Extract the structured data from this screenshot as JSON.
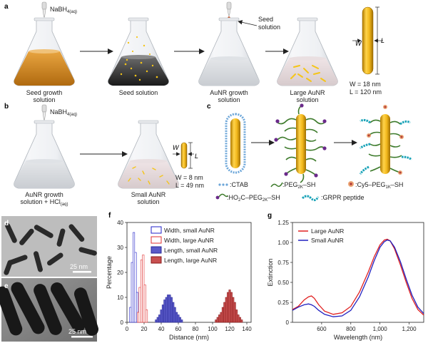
{
  "panels": {
    "a": {
      "label": "a",
      "reagent": "NaBH",
      "reagent_sub": "4(aq)",
      "flask1_caption": [
        "Seed growth",
        "solution"
      ],
      "flask2_caption": [
        "Seed solution"
      ],
      "seed_label": [
        "Seed",
        "solution"
      ],
      "flask3_caption": [
        "AuNR growth",
        "solution"
      ],
      "flask4_caption": [
        "Large AuNR",
        "solution"
      ],
      "dim_w": "W",
      "dim_l": "L",
      "size_w": "W = 18 nm",
      "size_l": "L = 120 nm"
    },
    "b": {
      "label": "b",
      "reagent": "NaBH",
      "reagent_sub": "4(aq)",
      "flask1_caption": [
        "AuNR growth",
        "solution + HCl"
      ],
      "hcl_sub": "(aq)",
      "flask2_caption": [
        "Small AuNR",
        "solution"
      ],
      "dim_w": "W",
      "dim_l": "L",
      "size_w": "W = 8 nm",
      "size_l": "L = 49 nm"
    },
    "c": {
      "label": "c",
      "legend": {
        "ctab": ":CTAB",
        "peg": ":PEG",
        "peg_sub": "2K",
        "peg_end": "–SH",
        "ho2c": ":HO",
        "ho2c_sub1": "2",
        "ho2c_mid": "C–PEG",
        "ho2c_sub2": "2K",
        "ho2c_end": "–SH",
        "grpr": ":GRPR peptide",
        "cy5": ":Cy5–PEG",
        "cy5_sub": "1K",
        "cy5_end": "–SH"
      }
    },
    "d": {
      "label": "d",
      "scale": "25 nm"
    },
    "e": {
      "label": "e",
      "scale": "25 nm"
    },
    "f": {
      "label": "f"
    },
    "g": {
      "label": "g"
    }
  },
  "chart_data": [
    {
      "panel": "f",
      "type": "bar",
      "xlabel": "Distance (nm)",
      "ylabel": "Percentage",
      "xlim": [
        0,
        145
      ],
      "ylim": [
        0,
        40
      ],
      "xticks": [
        0,
        20,
        40,
        60,
        80,
        100,
        120,
        140
      ],
      "yticks": [
        0,
        10,
        20,
        30,
        40
      ],
      "legend_position": "top-right",
      "series": [
        {
          "name": "Width, small AuNR",
          "color": "#2020c8",
          "fill": "none",
          "x": [
            4,
            6,
            8,
            10,
            12,
            14
          ],
          "values": [
            6,
            24,
            36,
            28,
            12,
            3
          ]
        },
        {
          "name": "Width, large AuNR",
          "color": "#e03030",
          "fill": "none",
          "x": [
            13,
            15,
            17,
            19,
            21,
            23
          ],
          "values": [
            4,
            14,
            25,
            27,
            15,
            5
          ]
        },
        {
          "name": "Length, small AuNR",
          "color": "#2a2a9a",
          "fill": "#5a5ac8",
          "x": [
            34,
            36,
            38,
            40,
            42,
            44,
            46,
            48,
            50,
            52,
            54,
            56,
            58,
            60,
            62,
            64
          ],
          "values": [
            1,
            2,
            3,
            5,
            7,
            9,
            10,
            11,
            11,
            10,
            8,
            6,
            4,
            3,
            2,
            1
          ]
        },
        {
          "name": "Length, large AuNR",
          "color": "#8a1a1a",
          "fill": "#c85050",
          "x": [
            104,
            106,
            108,
            110,
            112,
            114,
            116,
            118,
            120,
            122,
            124,
            126,
            128,
            130,
            132,
            134
          ],
          "values": [
            1,
            2,
            3,
            4,
            6,
            8,
            10,
            12,
            13,
            12,
            10,
            8,
            5,
            3,
            2,
            1
          ]
        }
      ]
    },
    {
      "panel": "g",
      "type": "line",
      "xlabel": "Wavelength (nm)",
      "ylabel": "Extinction",
      "xlim": [
        400,
        1300
      ],
      "ylim": [
        0,
        1.25
      ],
      "xticks": [
        600,
        800,
        1000,
        1200
      ],
      "xtick_labels": [
        "600",
        "800",
        "1,000",
        "1,200"
      ],
      "yticks": [
        0,
        0.25,
        0.5,
        0.75,
        1.0,
        1.25
      ],
      "ytick_labels": [
        "0",
        "0.25",
        "0.50",
        "0.75",
        "1.00",
        "1.25"
      ],
      "legend_position": "top-left",
      "series": [
        {
          "name": "Large AuNR",
          "color": "#e02020",
          "x": [
            400,
            440,
            480,
            510,
            530,
            550,
            580,
            620,
            680,
            740,
            800,
            860,
            920,
            960,
            1000,
            1030,
            1050,
            1070,
            1100,
            1140,
            1180,
            1220,
            1260,
            1300
          ],
          "y": [
            0.16,
            0.2,
            0.28,
            0.32,
            0.33,
            0.3,
            0.22,
            0.14,
            0.1,
            0.12,
            0.2,
            0.38,
            0.63,
            0.82,
            0.97,
            1.03,
            1.04,
            1.02,
            0.92,
            0.72,
            0.5,
            0.3,
            0.16,
            0.09
          ]
        },
        {
          "name": "Small AuNR",
          "color": "#2020c0",
          "x": [
            400,
            440,
            480,
            510,
            530,
            550,
            580,
            620,
            680,
            740,
            800,
            860,
            920,
            960,
            1000,
            1030,
            1050,
            1070,
            1100,
            1140,
            1180,
            1220,
            1260,
            1300
          ],
          "y": [
            0.15,
            0.19,
            0.22,
            0.23,
            0.22,
            0.2,
            0.15,
            0.1,
            0.07,
            0.08,
            0.15,
            0.32,
            0.57,
            0.77,
            0.94,
            1.01,
            1.03,
            1.02,
            0.94,
            0.76,
            0.54,
            0.34,
            0.19,
            0.11
          ]
        }
      ]
    }
  ]
}
